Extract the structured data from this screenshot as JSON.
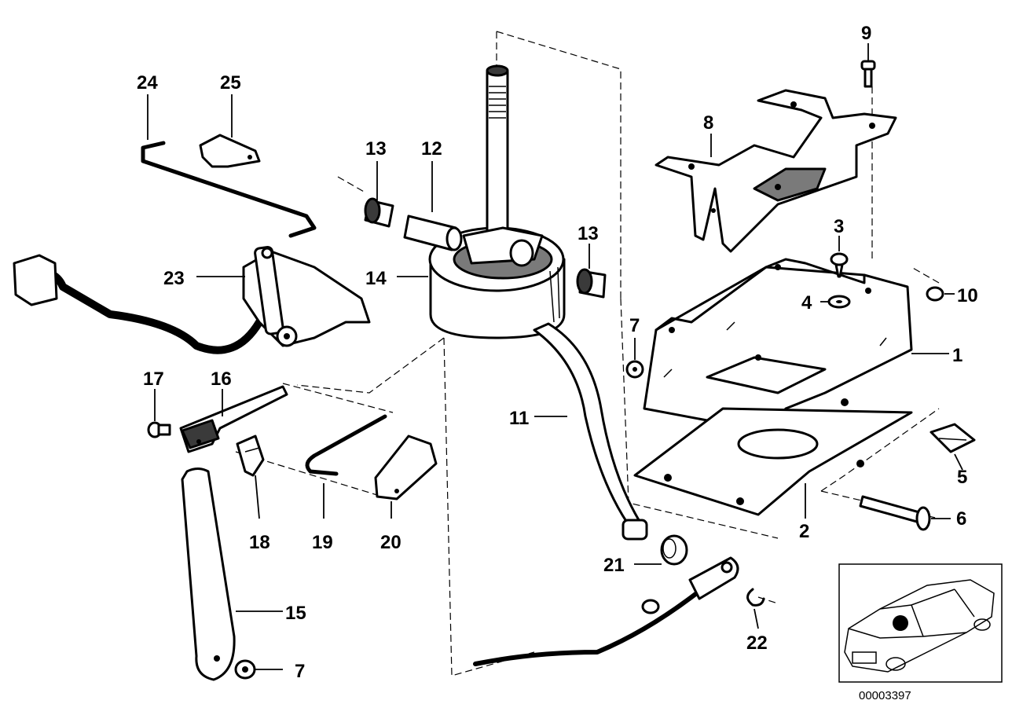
{
  "diagram": {
    "image_ref": "00003397",
    "parts": [
      {
        "id": "part-1",
        "label": "1"
      },
      {
        "id": "part-2",
        "label": "2"
      },
      {
        "id": "part-3",
        "label": "3"
      },
      {
        "id": "part-4",
        "label": "4"
      },
      {
        "id": "part-5",
        "label": "5"
      },
      {
        "id": "part-6",
        "label": "6"
      },
      {
        "id": "part-7a",
        "label": "7"
      },
      {
        "id": "part-7b",
        "label": "7"
      },
      {
        "id": "part-8",
        "label": "8"
      },
      {
        "id": "part-9",
        "label": "9"
      },
      {
        "id": "part-10",
        "label": "10"
      },
      {
        "id": "part-11",
        "label": "11"
      },
      {
        "id": "part-12",
        "label": "12"
      },
      {
        "id": "part-13a",
        "label": "13"
      },
      {
        "id": "part-13b",
        "label": "13"
      },
      {
        "id": "part-14",
        "label": "14"
      },
      {
        "id": "part-15",
        "label": "15"
      },
      {
        "id": "part-16",
        "label": "16"
      },
      {
        "id": "part-17",
        "label": "17"
      },
      {
        "id": "part-18",
        "label": "18"
      },
      {
        "id": "part-19",
        "label": "19"
      },
      {
        "id": "part-20",
        "label": "20"
      },
      {
        "id": "part-21",
        "label": "21"
      },
      {
        "id": "part-22",
        "label": "22"
      },
      {
        "id": "part-23",
        "label": "23"
      },
      {
        "id": "part-24",
        "label": "24"
      },
      {
        "id": "part-25",
        "label": "25"
      }
    ]
  }
}
